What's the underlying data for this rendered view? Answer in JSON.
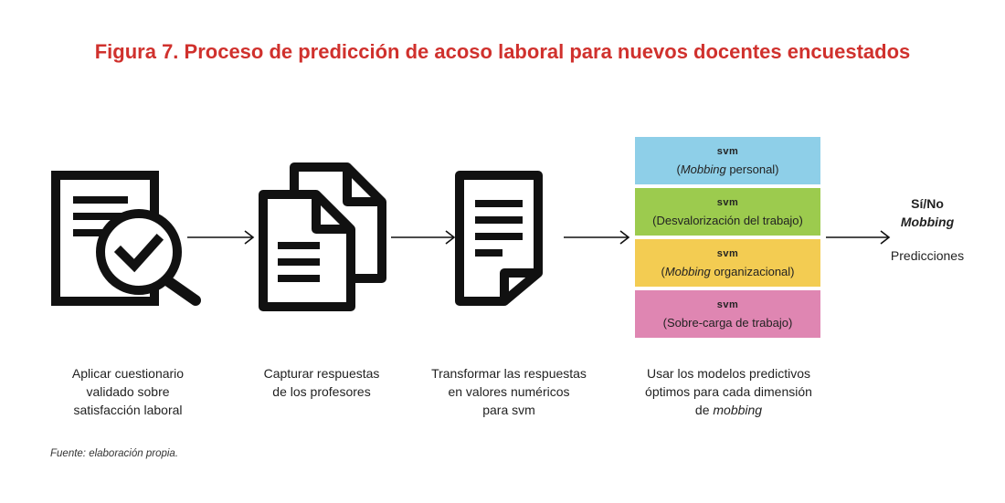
{
  "title": "Figura 7. Proceso de predicción de acoso laboral para nuevos docentes encuestados",
  "steps": [
    {
      "icon": "document-search-check-icon",
      "caption_lines": [
        "Aplicar cuestionario",
        "validado sobre",
        "satisfacción laboral"
      ]
    },
    {
      "icon": "documents-copy-icon",
      "caption_lines": [
        "Capturar respuestas",
        "de los profesores"
      ]
    },
    {
      "icon": "document-text-icon",
      "caption_lines": [
        "Transformar las respuestas",
        "en valores numéricos",
        "para svm"
      ]
    },
    {
      "icon": "svm-models-stack",
      "caption_lines": [
        "Usar los modelos predictivos",
        "óptimos para cada dimensión",
        "de",
        "mobbing"
      ]
    }
  ],
  "svm_models": [
    {
      "label": "svm",
      "pre": "(",
      "italic": "Mobbing",
      "post": " personal)",
      "color": "#8ecfe8"
    },
    {
      "label": "svm",
      "pre": "(Desvalorización del trabajo)",
      "italic": "",
      "post": "",
      "color": "#9ccb4e"
    },
    {
      "label": "svm",
      "pre": "(",
      "italic": "Mobbing",
      "post": " organizacional)",
      "color": "#f3cc52"
    },
    {
      "label": "svm",
      "pre": "(Sobre-carga de trabajo)",
      "italic": "",
      "post": "",
      "color": "#df86b2"
    }
  ],
  "result": {
    "line1": "Sí/No",
    "line2": "Mobbing",
    "label": "Predicciones"
  },
  "source": "Fuente: elaboración propia.",
  "colors": {
    "title": "#d0312d",
    "icon": "#111111"
  }
}
